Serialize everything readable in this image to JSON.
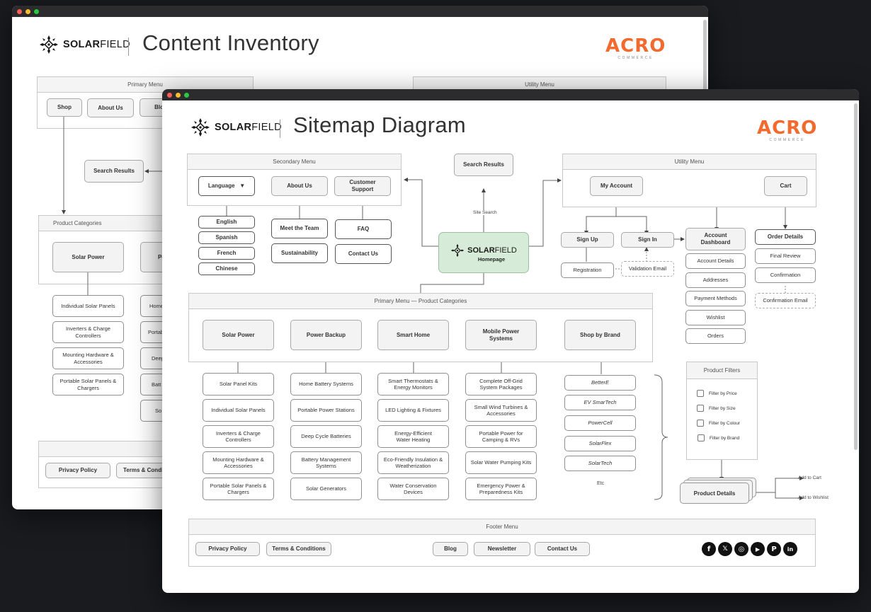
{
  "back_window": {
    "brand": {
      "bold": "SOLAR",
      "light": "FIELD"
    },
    "title": "Content Inventory",
    "partner_logo": {
      "main": "ACRO",
      "sub": "COMMERCE"
    },
    "primary_menu": {
      "title": "Primary Menu",
      "items": [
        "Shop",
        "About Us",
        "Blog"
      ]
    },
    "utility_menu": {
      "title": "Utility Menu"
    },
    "search_results": "Search Results",
    "product_categories": {
      "title": "Product Categories",
      "categories": [
        "Solar Power",
        "Po"
      ]
    },
    "solar_power_items": [
      "Individual Solar Panels",
      "Inverters & Charge Controllers",
      "Mounting Hardware & Accessories",
      "Portable Solar Panels & Chargers"
    ],
    "second_col_items": [
      "Home",
      "Portab",
      "Deep",
      "Batt",
      "So"
    ],
    "footer": {
      "items": [
        "Privacy Policy",
        "Terms & Condit"
      ]
    }
  },
  "front_window": {
    "brand": {
      "bold": "SOLAR",
      "light": "FIELD"
    },
    "title": "Sitemap Diagram",
    "partner_logo": {
      "main": "ACRO",
      "sub": "COMMERCE"
    },
    "secondary_menu": {
      "title": "Secondary Menu",
      "language": {
        "label": "Language",
        "caret": "▼",
        "options": [
          "English",
          "Spanish",
          "French",
          "Chinese"
        ]
      },
      "about_us": {
        "label": "About Us",
        "children": [
          "Meet the Team",
          "Sustainability"
        ]
      },
      "customer_support": {
        "label": "Customer Support",
        "children": [
          "FAQ",
          "Contact Us"
        ]
      }
    },
    "search": {
      "label": "Search Results",
      "edge_label": "Site Search"
    },
    "homepage": {
      "brand_bold": "SOLAR",
      "brand_light": "FIELD",
      "label": "Homepage",
      "color": "#d7ecd8"
    },
    "utility_menu": {
      "title": "Utility Menu",
      "my_account": "My Account",
      "cart": "Cart",
      "sign_up": "Sign Up",
      "sign_in": "Sign In",
      "registration": "Registration",
      "validation_email": "Validation Email",
      "account_dashboard": "Account Dashboard",
      "dashboard_items": [
        "Account Details",
        "Addresses",
        "Payment Methods",
        "Wishlist",
        "Orders"
      ],
      "order_flow": [
        "Order Details",
        "Final Review",
        "Confirmation"
      ],
      "confirmation_email": "Confirmation Email"
    },
    "primary_menu": {
      "title": "Primary Menu — Product Categories",
      "categories": [
        {
          "label": "Solar Power",
          "items": [
            "Solar Panel Kits",
            "Individual Solar Panels",
            "Inverters & Charge Controllers",
            "Mounting Hardware & Accessories",
            "Portable Solar Panels & Chargers"
          ]
        },
        {
          "label": "Power Backup",
          "items": [
            "Home Battery Systems",
            "Portable Power Stations",
            "Deep Cycle Batteries",
            "Battery Management Systems",
            "Solar Generators"
          ]
        },
        {
          "label": "Smart Home",
          "items": [
            "Smart Thermostats & Energy Monitors",
            "LED Lighting & Fixtures",
            "Energy-Efficient Water Heating",
            "Eco-Friendly Insulation & Weatherization",
            "Water Conservation Devices"
          ]
        },
        {
          "label": "Mobile Power Systems",
          "items": [
            "Complete Off-Grid System Packages",
            "Small Wind Turbines & Accessories",
            "Portable Power for Camping & RVs",
            "Solar Water Pumping Kits",
            "Emergency Power & Preparedness Kits"
          ]
        },
        {
          "label": "Shop by Brand",
          "items": [
            "BetterE",
            "EV SmarTech",
            "PowerCell",
            "SolarFlex",
            "SolarTech"
          ],
          "more": "Etc"
        }
      ]
    },
    "product_filters": {
      "title": "Product Filters",
      "items": [
        "Filter by Price",
        "Filter by Size",
        "Filter by Colour",
        "Filter by Brand"
      ]
    },
    "product_details": {
      "label": "Product Details",
      "actions": [
        "Add to Cart",
        "Add to Wishlist"
      ]
    },
    "footer_menu": {
      "title": "Footer Menu",
      "left": [
        "Privacy Policy",
        "Terms & Conditions"
      ],
      "center": [
        "Blog",
        "Newsletter",
        "Contact Us"
      ],
      "social": [
        {
          "name": "facebook",
          "glyph": "f"
        },
        {
          "name": "x",
          "glyph": "𝕏"
        },
        {
          "name": "instagram",
          "glyph": "◎"
        },
        {
          "name": "youtube",
          "glyph": "▶"
        },
        {
          "name": "pinterest",
          "glyph": "P"
        },
        {
          "name": "linkedin",
          "glyph": "in"
        }
      ]
    }
  }
}
